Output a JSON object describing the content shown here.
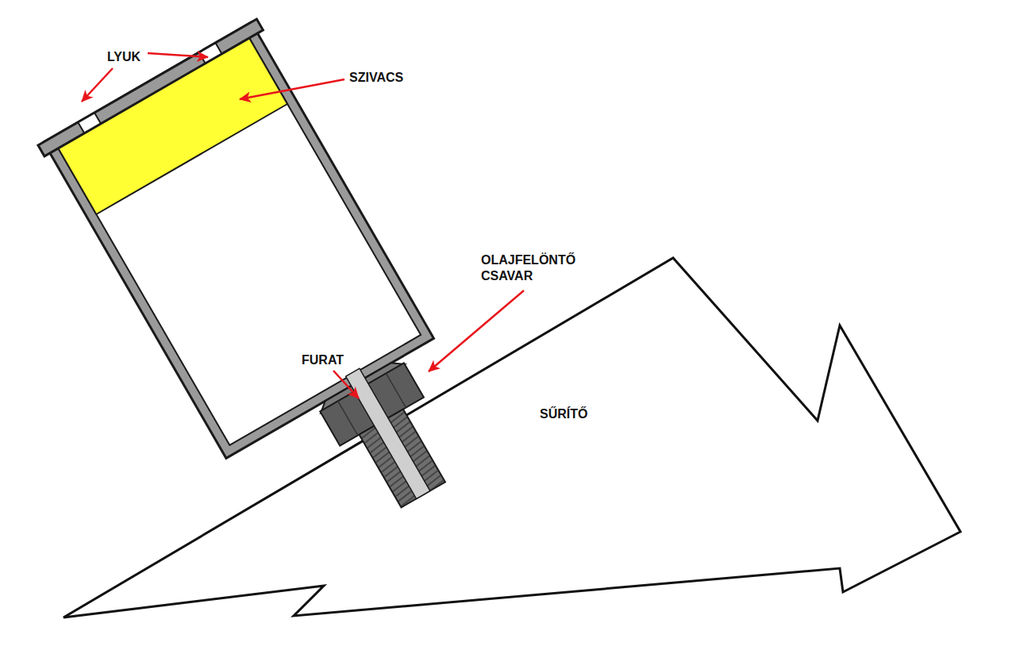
{
  "diagram": {
    "nodes": [
      {
        "text": [
          "SŰRÍTŐ"
        ]
      }
    ],
    "labels": [
      "LYUK",
      "SZIVACS",
      "OLAJFELÖNTŐ CSAVAR",
      "FURAT"
    ]
  }
}
